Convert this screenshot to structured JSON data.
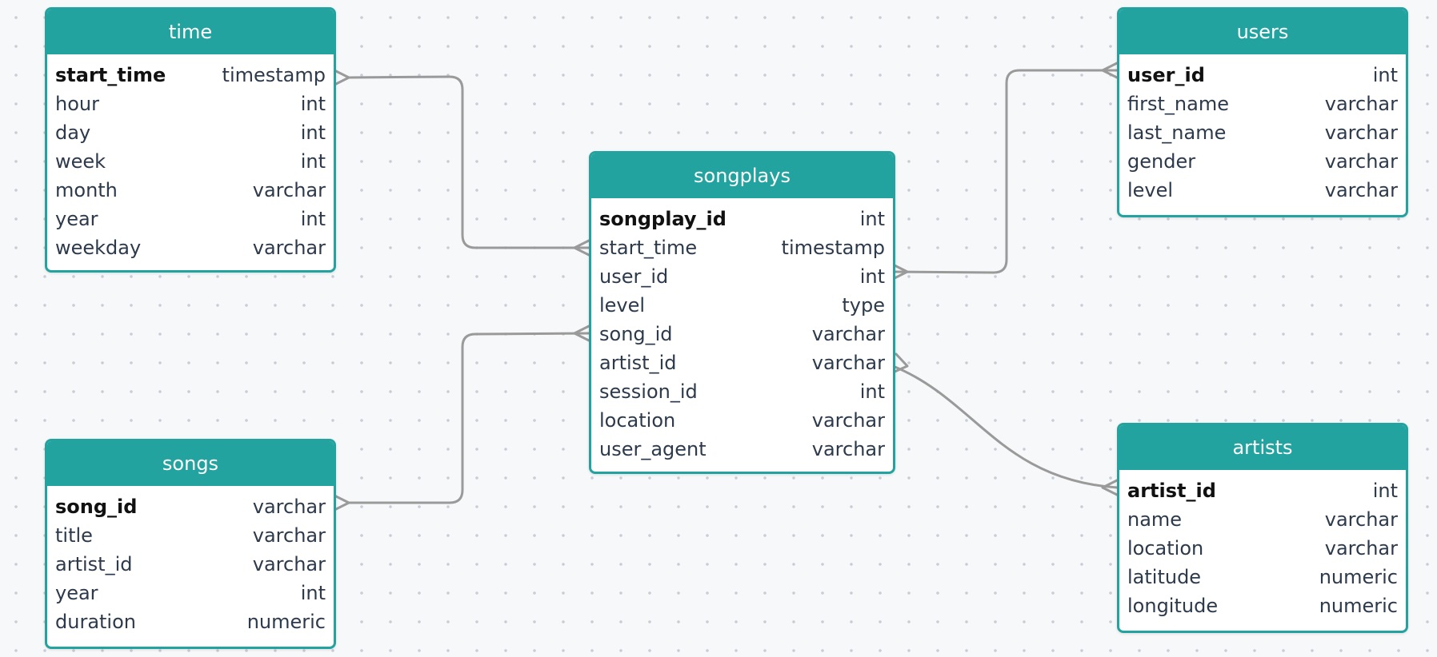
{
  "tables": {
    "time": {
      "title": "time",
      "columns": [
        {
          "name": "start_time",
          "type": "timestamp",
          "pk": true
        },
        {
          "name": "hour",
          "type": "int"
        },
        {
          "name": "day",
          "type": "int"
        },
        {
          "name": "week",
          "type": "int"
        },
        {
          "name": "month",
          "type": "varchar"
        },
        {
          "name": "year",
          "type": "int"
        },
        {
          "name": "weekday",
          "type": "varchar"
        }
      ]
    },
    "users": {
      "title": "users",
      "columns": [
        {
          "name": "user_id",
          "type": "int",
          "pk": true
        },
        {
          "name": "first_name",
          "type": "varchar"
        },
        {
          "name": "last_name",
          "type": "varchar"
        },
        {
          "name": "gender",
          "type": "varchar"
        },
        {
          "name": "level",
          "type": "varchar"
        }
      ]
    },
    "songplays": {
      "title": "songplays",
      "columns": [
        {
          "name": "songplay_id",
          "type": "int",
          "pk": true
        },
        {
          "name": "start_time",
          "type": "timestamp"
        },
        {
          "name": "user_id",
          "type": "int"
        },
        {
          "name": "level",
          "type": "type"
        },
        {
          "name": "song_id",
          "type": "varchar"
        },
        {
          "name": "artist_id",
          "type": "varchar"
        },
        {
          "name": "session_id",
          "type": "int"
        },
        {
          "name": "location",
          "type": "varchar"
        },
        {
          "name": "user_agent",
          "type": "varchar"
        }
      ]
    },
    "songs": {
      "title": "songs",
      "columns": [
        {
          "name": "song_id",
          "type": "varchar",
          "pk": true
        },
        {
          "name": "title",
          "type": "varchar"
        },
        {
          "name": "artist_id",
          "type": "varchar"
        },
        {
          "name": "year",
          "type": "int"
        },
        {
          "name": "duration",
          "type": "numeric"
        }
      ]
    },
    "artists": {
      "title": "artists",
      "columns": [
        {
          "name": "artist_id",
          "type": "int",
          "pk": true
        },
        {
          "name": "name",
          "type": "varchar"
        },
        {
          "name": "location",
          "type": "varchar"
        },
        {
          "name": "latitude",
          "type": "numeric"
        },
        {
          "name": "longitude",
          "type": "numeric"
        }
      ]
    }
  },
  "relationships": [
    {
      "from": "time.start_time",
      "to": "songplays.start_time"
    },
    {
      "from": "users.user_id",
      "to": "songplays.user_id"
    },
    {
      "from": "songs.song_id",
      "to": "songplays.song_id"
    },
    {
      "from": "artists.artist_id",
      "to": "songplays.artist_id"
    }
  ],
  "colors": {
    "header": "#23a39f",
    "connector": "#9a9a9a",
    "text": "#2c3a4b"
  }
}
